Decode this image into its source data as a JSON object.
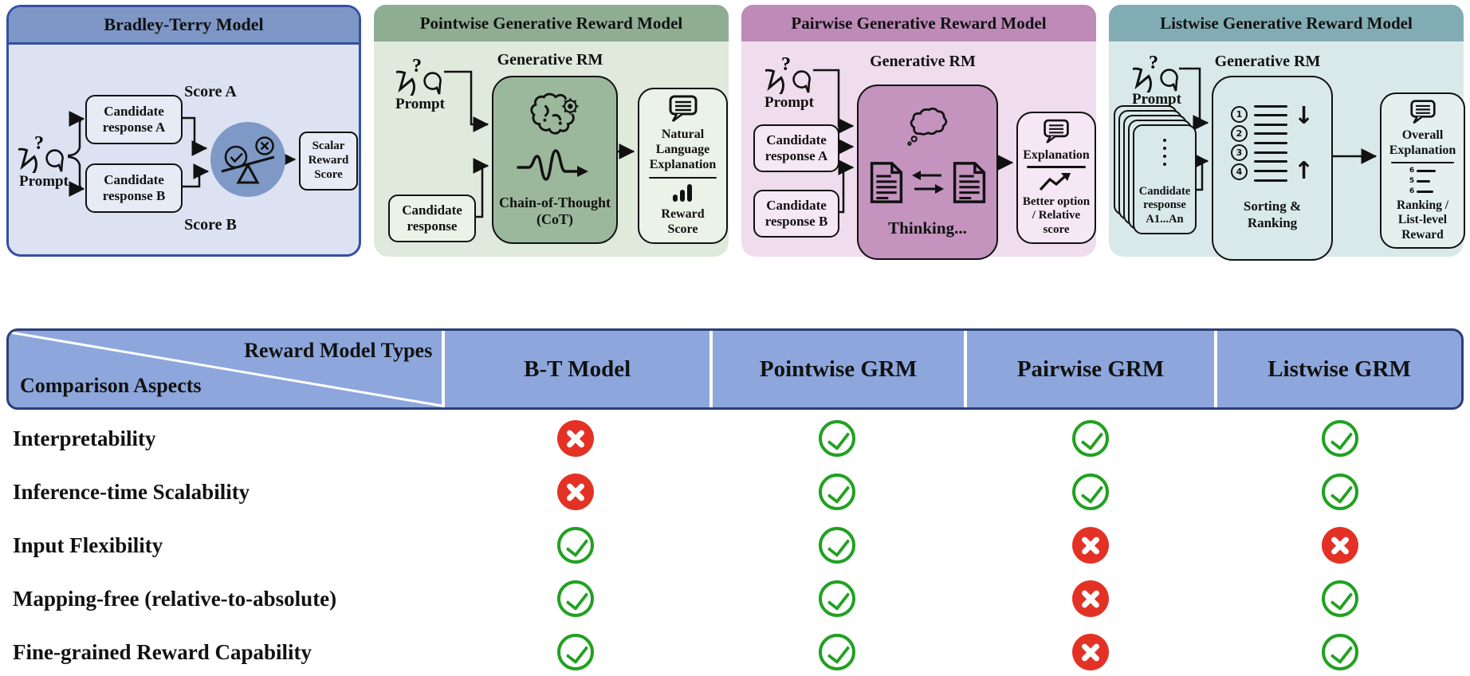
{
  "icons": {
    "question_mark": "?",
    "down_arrow": "↓",
    "up_arrow": "↑"
  },
  "panels": [
    {
      "title": "Bradley-Terry Model",
      "prompt_label": "Prompt",
      "candidate_a": "Candidate\nresponse A",
      "candidate_b": "Candidate\nresponse B",
      "score_a": "Score A",
      "score_b": "Score B",
      "output_label": "Scalar\nReward\nScore"
    },
    {
      "title": "Pointwise Generative Reward Model",
      "prompt_label": "Prompt",
      "grm_label": "Generative RM",
      "candidate": "Candidate\nresponse",
      "core_label": "Chain-of-Thought\n(CoT)",
      "output_top": "Natural\nLanguage\nExplanation",
      "output_bottom": "Reward\nScore"
    },
    {
      "title": "Pairwise Generative Reward Model",
      "prompt_label": "Prompt",
      "grm_label": "Generative RM",
      "candidate_a": "Candidate\nresponse A",
      "candidate_b": "Candidate\nresponse B",
      "core_label": "Thinking...",
      "output_top": "Explanation",
      "output_bottom": "Better option\n/ Relative\nscore"
    },
    {
      "title": "Listwise Generative Reward Model",
      "prompt_label": "Prompt",
      "grm_label": "Generative RM",
      "stack_label": "Candidate\nresponse\nA1...An",
      "sort_numbers": [
        "1",
        "2",
        "3",
        "4"
      ],
      "core_label": "Sorting &\nRanking",
      "output_top": "Overall\nExplanation",
      "rank_digits": [
        "6",
        "5",
        "6"
      ],
      "output_bottom": "Ranking /\nList-level\nReward"
    }
  ],
  "table": {
    "corner_top": "Reward Model Types",
    "corner_bottom": "Comparison Aspects",
    "columns": [
      "B-T Model",
      "Pointwise GRM",
      "Pairwise GRM",
      "Listwise GRM"
    ],
    "rows": [
      {
        "label": "Interpretability",
        "marks": [
          "no",
          "yes",
          "yes",
          "yes"
        ]
      },
      {
        "label": "Inference-time Scalability",
        "marks": [
          "no",
          "yes",
          "yes",
          "yes"
        ]
      },
      {
        "label": "Input Flexibility",
        "marks": [
          "yes",
          "yes",
          "no",
          "no"
        ]
      },
      {
        "label": "Mapping-free (relative-to-absolute)",
        "marks": [
          "yes",
          "yes",
          "no",
          "yes"
        ]
      },
      {
        "label": "Fine-grained Reward Capability",
        "marks": [
          "yes",
          "yes",
          "no",
          "yes"
        ]
      }
    ]
  },
  "colors": {
    "bt_header": "#7E97C7",
    "bt_body": "#DCE2F1",
    "bt_border": "#3350A5",
    "bt_circle": "#7E99C5",
    "pointwise_header": "#8FAD92",
    "pointwise_body": "#DFE9DC",
    "pointwise_core": "#9CB89C",
    "pairwise_header": "#BE8AB8",
    "pairwise_body": "#EFDCEC",
    "pairwise_core": "#C493BE",
    "listwise_header": "#82ACB4",
    "listwise_body": "#D9E9E9",
    "table_header": "#8DA7DC",
    "table_border": "#2C3E78",
    "check": "#21A121",
    "cross": "#E33225"
  }
}
